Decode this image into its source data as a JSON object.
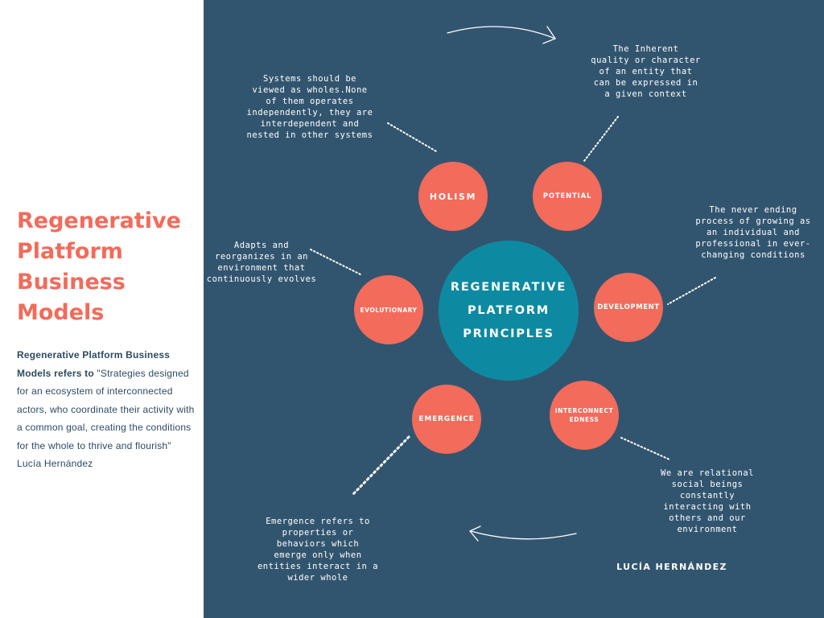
{
  "left": {
    "title_lines": [
      "Regenerative",
      "Platform",
      "Business",
      "Models"
    ],
    "description_bold": "Regenerative Platform Business Models refers to",
    "description_text": " \"Strategies designed for an ecosystem of interconnected actors, who coordinate their activity with a common goal, creating the conditions for the whole to thrive and flourish\" Lucía Hernández"
  },
  "center": {
    "label_lines": [
      "REGENERATIVE",
      "PLATFORM",
      "PRINCIPLES"
    ]
  },
  "nodes": {
    "holism": "HOLISM",
    "potential": "POTENTIAL",
    "development": "DEVELOPMENT",
    "interconnectedness_lines": [
      "INTERCONNECT",
      "EDNESS"
    ],
    "emergence": "EMERGENCE",
    "evolutionary": "EVOLUTIONARY"
  },
  "descriptions": {
    "holism": [
      "Systems should be",
      "viewed as wholes.None",
      "of them operates",
      "independently, they are",
      "interdependent and",
      "nested in other systems"
    ],
    "potential": [
      "The Inherent",
      "quality or character",
      "of an entity that",
      "can be expressed in",
      "a given context"
    ],
    "development": [
      "The never ending",
      "process of growing as",
      "an individual and",
      "professional in ever-",
      "changing conditions"
    ],
    "interconnectedness": [
      "We are relational",
      "social beings",
      "constantly",
      "interacting with",
      "others and our",
      "environment"
    ],
    "emergence": [
      "Emergence refers to",
      "properties or",
      "behaviors which",
      "emerge only when",
      "entities interact in a",
      "wider whole"
    ],
    "evolutionary": [
      "Adapts and",
      "reorganizes in an",
      "environment that",
      "continuously evolves"
    ]
  },
  "author": "LUCÍA HERNÁNDEZ",
  "colors": {
    "panel": "#32556f",
    "coral": "#f26b5b",
    "teal": "#0d8aa1",
    "text_dark": "#2c4a63"
  }
}
